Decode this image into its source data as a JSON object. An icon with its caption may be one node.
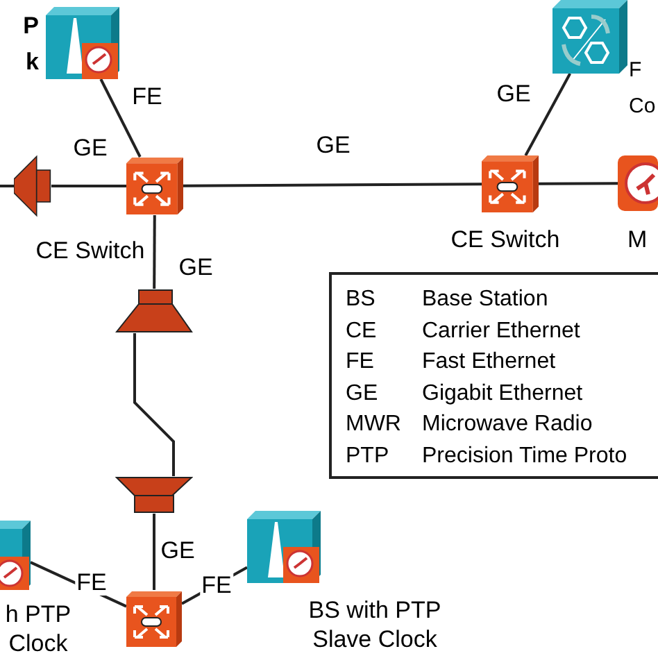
{
  "diagram": {
    "nodes": [
      {
        "text": [],
        "shape": "box",
        "beside": [
          "P k"
        ]
      },
      {
        "text": [],
        "shape": "antenna"
      },
      {
        "text": [],
        "shape": "box",
        "beside": [
          "CE Switch"
        ]
      },
      {
        "text": [],
        "shape": "box",
        "beside": [
          "CE Switch"
        ]
      },
      {
        "text": [],
        "shape": "box",
        "beside": [
          "F Co"
        ]
      },
      {
        "text": [],
        "shape": "box",
        "beside": [
          "M"
        ]
      },
      {
        "text": [],
        "shape": "antenna"
      },
      {
        "text": [],
        "shape": "antenna"
      },
      {
        "text": [],
        "shape": "box"
      },
      {
        "text": [],
        "shape": "box",
        "beside": [
          "h PTP Clock"
        ]
      },
      {
        "text": [],
        "shape": "box",
        "beside": [
          "BS with PTP Slave Clock"
        ]
      }
    ],
    "edges": [
      {
        "from": null,
        "to": 1,
        "arrow": "none"
      },
      {
        "from": 1,
        "to": 2,
        "arrow": "none",
        "label": "GE"
      },
      {
        "from": 0,
        "to": 2,
        "arrow": "none",
        "label": "FE"
      },
      {
        "from": 2,
        "to": 3,
        "arrow": "none",
        "label": "GE"
      },
      {
        "from": 4,
        "to": 3,
        "arrow": "none",
        "label": "GE"
      },
      {
        "from": 3,
        "to": 5,
        "arrow": "none"
      },
      {
        "from": 2,
        "to": 6,
        "arrow": "none",
        "label": "GE"
      },
      {
        "from": 6,
        "to": 7,
        "arrow": "none"
      },
      {
        "from": 7,
        "to": 8,
        "arrow": "none",
        "label": "GE"
      },
      {
        "from": 9,
        "to": 8,
        "arrow": "none",
        "label": "FE"
      },
      {
        "from": 10,
        "to": 8,
        "arrow": "none",
        "label": "FE"
      }
    ],
    "labels": [
      "BS",
      "Base Station",
      "CE",
      "Carrier Ethernet",
      "FE",
      "Fast Ethernet",
      "GE",
      "Gigabit Ethernet",
      "MWR",
      "Microwave Radio",
      "PTP",
      "Precision Time Proto"
    ]
  }
}
